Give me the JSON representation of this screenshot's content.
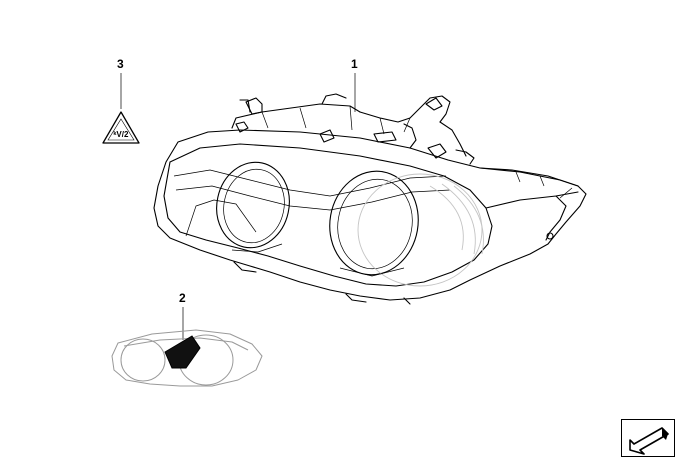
{
  "callouts": {
    "headlight": "1",
    "lens_cover": "2",
    "warning_label": "3"
  },
  "warning_label": {
    "symbol_text": "ᵏV/2",
    "icon": "triangle-warning-icon"
  },
  "navigation": {
    "icon": "arrow-down-left-icon"
  },
  "colors": {
    "line": "#000000",
    "lens_outline": "#9a9a9a",
    "background": "#ffffff",
    "highlight_fill": "#111111"
  }
}
